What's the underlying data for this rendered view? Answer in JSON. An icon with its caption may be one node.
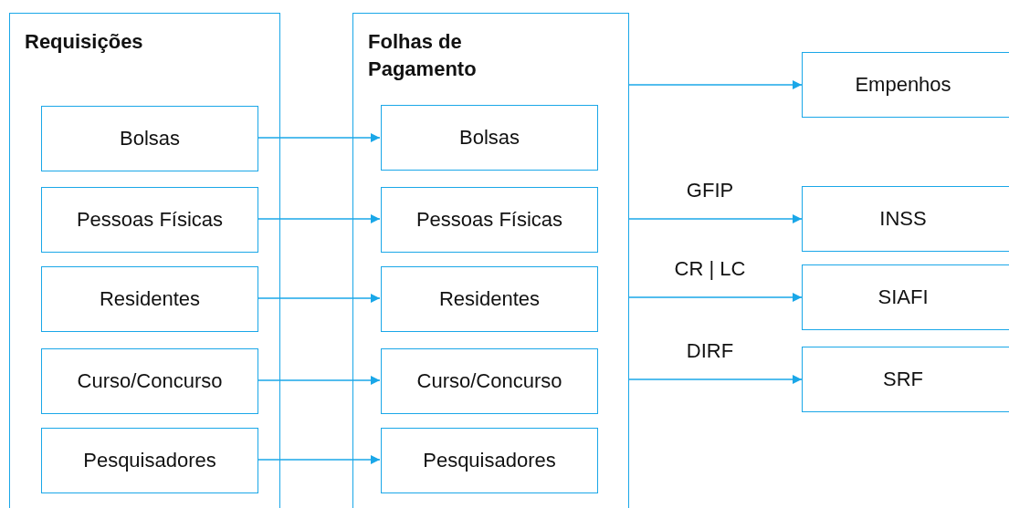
{
  "diagram": {
    "nodes": [
      {
        "text": [
          "Requisições"
        ]
      },
      {
        "text": [
          "Bolsas"
        ],
        "in": 0
      },
      {
        "text": [
          "Pessoas Físicas"
        ],
        "in": 0
      },
      {
        "text": [
          "Residentes"
        ],
        "in": 0
      },
      {
        "text": [
          "Curso/Concurso"
        ],
        "in": 0
      },
      {
        "text": [
          "Pesquisadores"
        ],
        "in": 0
      },
      {
        "text": [
          "Folhas de Pagamento"
        ]
      },
      {
        "text": [
          "Bolsas"
        ],
        "in": 6
      },
      {
        "text": [
          "Pessoas Físicas"
        ],
        "in": 6
      },
      {
        "text": [
          "Residentes"
        ],
        "in": 6
      },
      {
        "text": [
          "Curso/Concurso"
        ],
        "in": 6
      },
      {
        "text": [
          "Pesquisadores"
        ],
        "in": 6
      },
      {
        "text": [
          "Empenhos"
        ]
      },
      {
        "text": [
          "INSS"
        ]
      },
      {
        "text": [
          "SIAFI"
        ]
      },
      {
        "text": [
          "SRF"
        ]
      }
    ],
    "edges": [
      {
        "from": 1,
        "to": 7,
        "arrow": "to"
      },
      {
        "from": 2,
        "to": 8,
        "arrow": "to"
      },
      {
        "from": 3,
        "to": 9,
        "arrow": "to"
      },
      {
        "from": 4,
        "to": 10,
        "arrow": "to"
      },
      {
        "from": 5,
        "to": 11,
        "arrow": "to"
      },
      {
        "from": 6,
        "to": 12,
        "arrow": "to"
      },
      {
        "from": 6,
        "to": 13,
        "arrow": "to",
        "label": "GFIP"
      },
      {
        "from": 6,
        "to": 14,
        "arrow": "to",
        "label": "CR | LC"
      },
      {
        "from": 6,
        "to": 15,
        "arrow": "to",
        "label": "DIRF"
      }
    ]
  }
}
